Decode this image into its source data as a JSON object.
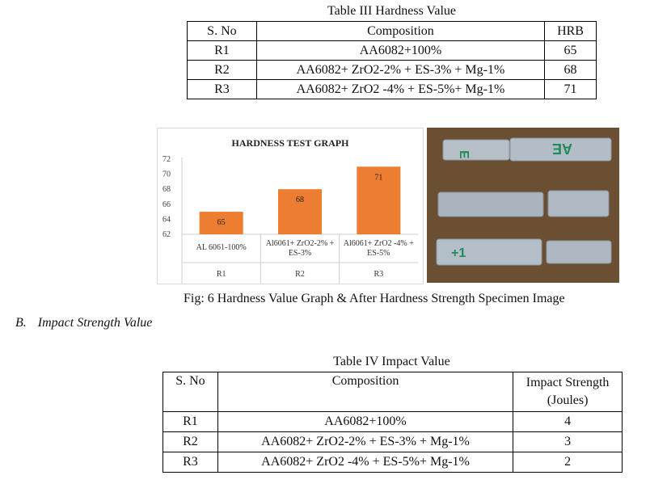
{
  "table3": {
    "caption": "Table III Hardness Value",
    "headers": [
      "S. No",
      "Composition",
      "HRB"
    ],
    "rows": [
      [
        "R1",
        "AA6082+100%",
        "65"
      ],
      [
        "R2",
        "AA6082+ ZrO2-2% + ES-3% + Mg-1%",
        "68"
      ],
      [
        "R3",
        "AA6082+ ZrO2 -4% + ES-5%+ Mg-1%",
        "71"
      ]
    ]
  },
  "chart_data": {
    "type": "bar",
    "title": "HARDNESS TEST GRAPH",
    "categories": [
      "AL 6061-100%",
      "Al6061+ ZrO2-2% + ES-3%",
      "Al6061+ ZrO2 -4% + ES-5%"
    ],
    "category_groups": [
      "R1",
      "R2",
      "R3"
    ],
    "values": [
      65,
      68,
      71
    ],
    "data_labels": [
      "65",
      "68",
      "71"
    ],
    "ylim": [
      62,
      72
    ],
    "yticks": [
      "62",
      "64",
      "66",
      "68",
      "70",
      "72"
    ],
    "bar_color": "#ed7d31",
    "grid": false,
    "legend": "none"
  },
  "photo": {
    "background_color": "#6b4f33",
    "specimen_color": "#aeb8c2",
    "marker_color": "#1f8a5a"
  },
  "figure": {
    "caption": "Fig: 6 Hardness Value Graph & After Hardness Strength Specimen Image"
  },
  "section": {
    "number": "B.",
    "title": "Impact Strength Value"
  },
  "table4": {
    "caption": "Table IV Impact Value",
    "headers": [
      "S. No",
      "Composition",
      "Impact Strength (Joules)"
    ],
    "rows": [
      [
        "R1",
        "AA6082+100%",
        "4"
      ],
      [
        "R2",
        "AA6082+ ZrO2-2% + ES-3% + Mg-1%",
        "3"
      ],
      [
        "R3",
        "AA6082+ ZrO2 -4% + ES-5%+ Mg-1%",
        "2"
      ]
    ]
  }
}
